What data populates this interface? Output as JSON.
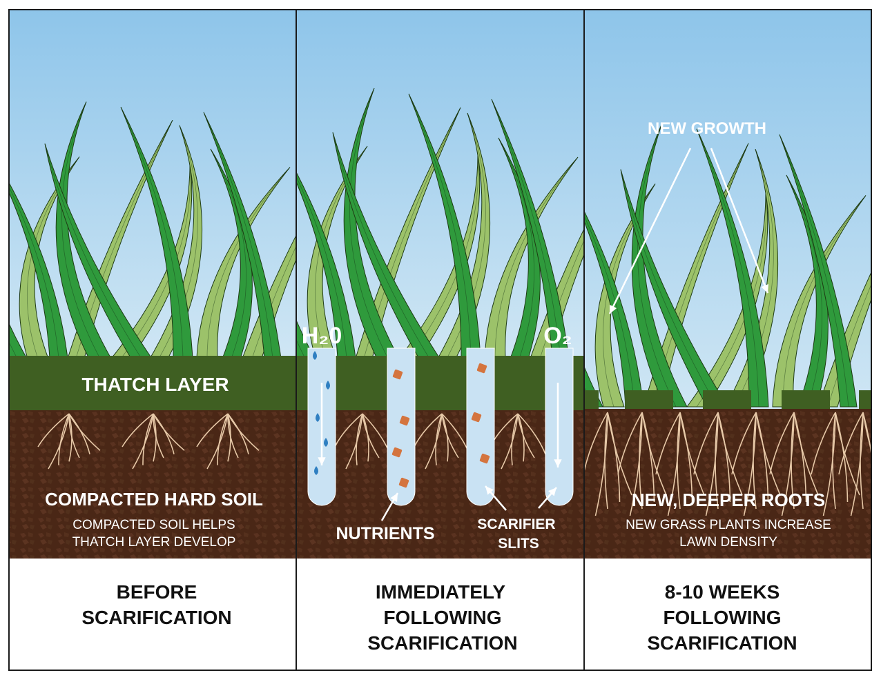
{
  "colors": {
    "sky_top": "#8ec5ea",
    "sky_bottom": "#cfe6f4",
    "thatch": "#3f5f22",
    "soil": "#4a2716",
    "soil_speck": "#5a3220",
    "blade_dark": "#2f9a3c",
    "blade_light": "#9cc26a",
    "root": "#e7c9a8",
    "nutrient": "#d4743e",
    "water": "#2f7fc1",
    "slit": "#c9e2f3",
    "border": "#1a1a1a"
  },
  "panels": [
    {
      "layer_label": "THATCH LAYER",
      "soil_title": "COMPACTED HARD SOIL",
      "soil_caption_1": "COMPACTED SOIL HELPS",
      "soil_caption_2": "THATCH LAYER DEVELOP",
      "caption_lines": [
        "BEFORE",
        "SCARIFICATION"
      ]
    },
    {
      "water_label": "H₂0",
      "oxygen_label": "O₂",
      "nutrients_label": "NUTRIENTS",
      "slits_label_1": "SCARIFIER",
      "slits_label_2": "SLITS",
      "caption_lines": [
        "IMMEDIATELY",
        "FOLLOWING",
        "SCARIFICATION"
      ]
    },
    {
      "growth_label": "NEW GROWTH",
      "soil_title": "NEW, DEEPER ROOTS",
      "soil_caption_1": "NEW GRASS PLANTS INCREASE",
      "soil_caption_2": "LAWN DENSITY",
      "caption_lines": [
        "8-10 WEEKS",
        "FOLLOWING",
        "SCARIFICATION"
      ]
    }
  ]
}
